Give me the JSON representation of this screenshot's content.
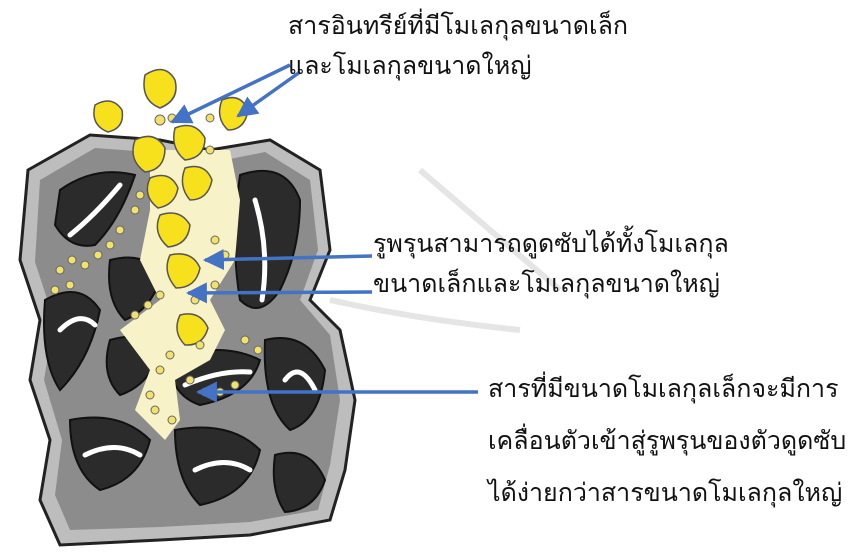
{
  "labels": {
    "organics": {
      "line1": "สารอินทรีย์ที่มีโมเลกุลขนาดเล็ก",
      "line2": "และโมเลกุลขนาดใหญ่"
    },
    "pores": {
      "line1": "รูพรุนสามารถดูดซับได้ทั้งโมเลกุล",
      "line2": "ขนาดเล็กและโมเลกุลขนาดใหญ่"
    },
    "small_molecules": {
      "line1": "สารที่มีขนาดโมเลกุลเล็กจะมีการ",
      "line2": "เคลื่อนตัวเข้าสู่รูพรุนของตัวดูดซับ",
      "line3": "ได้ง่ายกว่าสารขนาดโมเลกุลใหญ่"
    }
  },
  "colors": {
    "arrow": "#4472C4",
    "dark_grain": "#2b2b2b",
    "grey_rim": "#8c8c8c",
    "light_rim": "#c8c8c8",
    "large_molecule": "#F6E11C",
    "small_molecule": "#F3E26A"
  }
}
